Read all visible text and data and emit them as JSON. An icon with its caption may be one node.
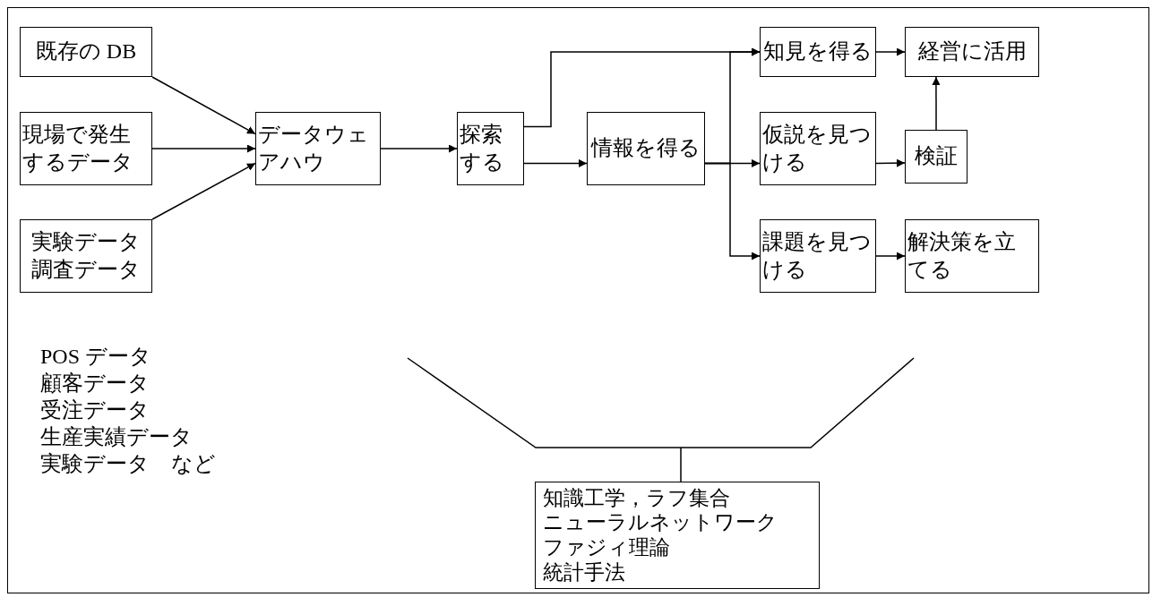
{
  "diagram": {
    "nodes": [
      {
        "text": [
          "既存の DB"
        ]
      },
      {
        "text": [
          "現場で発生するデータ"
        ]
      },
      {
        "text": [
          "実験データ",
          "調査データ"
        ]
      },
      {
        "text": [
          "データウェアハウ"
        ]
      },
      {
        "text": [
          "探索する"
        ]
      },
      {
        "text": [
          "情報を得る"
        ]
      },
      {
        "text": [
          "知見を得る"
        ]
      },
      {
        "text": [
          "経営に活用"
        ]
      },
      {
        "text": [
          "仮説を見つける"
        ]
      },
      {
        "text": [
          "検証"
        ]
      },
      {
        "text": [
          "課題を見つける"
        ]
      },
      {
        "text": [
          "解決策を立てる"
        ]
      },
      {
        "text": [
          "知識工学，ラフ集合",
          "ニューラルネットワーク",
          "ファジィ理論",
          "統計手法"
        ]
      }
    ],
    "edges": [
      {
        "from": 0,
        "to": 3,
        "arrow": "to"
      },
      {
        "from": 1,
        "to": 3,
        "arrow": "to"
      },
      {
        "from": 2,
        "to": 3,
        "arrow": "to"
      },
      {
        "from": 3,
        "to": 4,
        "arrow": "to"
      },
      {
        "from": 4,
        "to": 6,
        "arrow": "to"
      },
      {
        "from": 4,
        "to": 5,
        "arrow": "to"
      },
      {
        "from": 5,
        "to": 6,
        "arrow": "to"
      },
      {
        "from": 5,
        "to": 8,
        "arrow": "to"
      },
      {
        "from": 5,
        "to": 10,
        "arrow": "to"
      },
      {
        "from": 6,
        "to": 7,
        "arrow": "to"
      },
      {
        "from": 8,
        "to": 9,
        "arrow": "to"
      },
      {
        "from": 9,
        "to": 7,
        "arrow": "to"
      },
      {
        "from": 10,
        "to": 11,
        "arrow": "to"
      }
    ],
    "labels": [
      "POS データ",
      "顧客データ",
      "受注データ",
      "生産実績データ",
      "実験データ　など"
    ]
  }
}
